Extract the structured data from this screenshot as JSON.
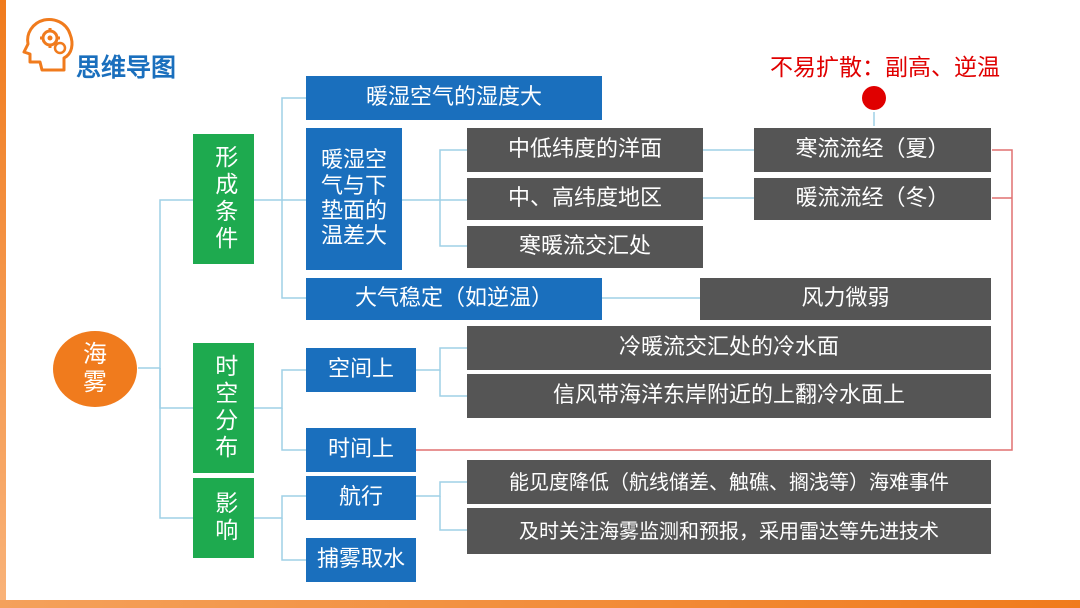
{
  "header": {
    "title": "思维导图",
    "logo_icon": "head-gears-icon"
  },
  "root": {
    "label": "海\n雾"
  },
  "annotation": {
    "text": "不易扩散：副高、逆温"
  },
  "colors": {
    "orange": "#f07b1d",
    "green": "#1eaa4f",
    "blue": "#1a6fbd",
    "gray": "#555555",
    "red": "#e00000",
    "line": "#9fd0e6"
  },
  "categories": {
    "formation": "形成条件",
    "distribution": "时空分布",
    "impact": "影响"
  },
  "formation": {
    "humid": "暖湿空气的湿度大",
    "tempdiff": "暖湿空\n气与下\n垫面的\n温差大",
    "stable": "大气稳定（如逆温）",
    "mid_low_lat": "中低纬度的洋面",
    "mid_high_lat": "中、高纬度地区",
    "current_meet": "寒暖流交汇处",
    "cold_current": "寒流流经（夏）",
    "warm_current": "暖流流经（冬）",
    "weak_wind": "风力微弱"
  },
  "distribution": {
    "space": "空间上",
    "time": "时间上",
    "cold_water": "冷暖流交汇处的冷水面",
    "trade_wind": "信风带海洋东岸附近的上翻冷水面上"
  },
  "impact": {
    "navigation": "航行",
    "water": "捕雾取水",
    "visibility": "能见度降低（航线储差、触礁、搁浅等）海难事件",
    "monitor": "及时关注海雾监测和预报，采用雷达等先进技术"
  }
}
